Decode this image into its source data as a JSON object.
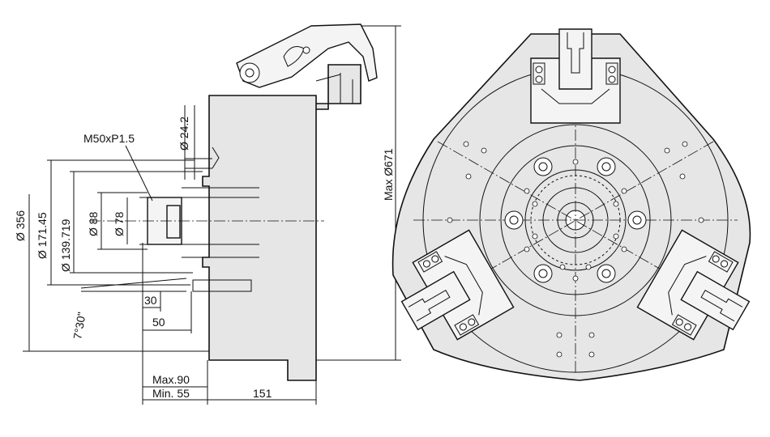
{
  "side_view": {
    "thread_label": "M50xP1.5",
    "dim_24": "Ø 24.2",
    "dim_356": "Ø 356",
    "dim_171": "Ø 171.45",
    "dim_139": "Ø 139.719",
    "dim_88": "Ø 88",
    "dim_78": "Ø 78",
    "angle": "7°30\"",
    "dim_30": "30",
    "dim_50": "50",
    "max_stroke": "Max.90",
    "min_stroke": "Min. 55",
    "dim_151": "151",
    "max_diameter": "Max Ø671"
  }
}
